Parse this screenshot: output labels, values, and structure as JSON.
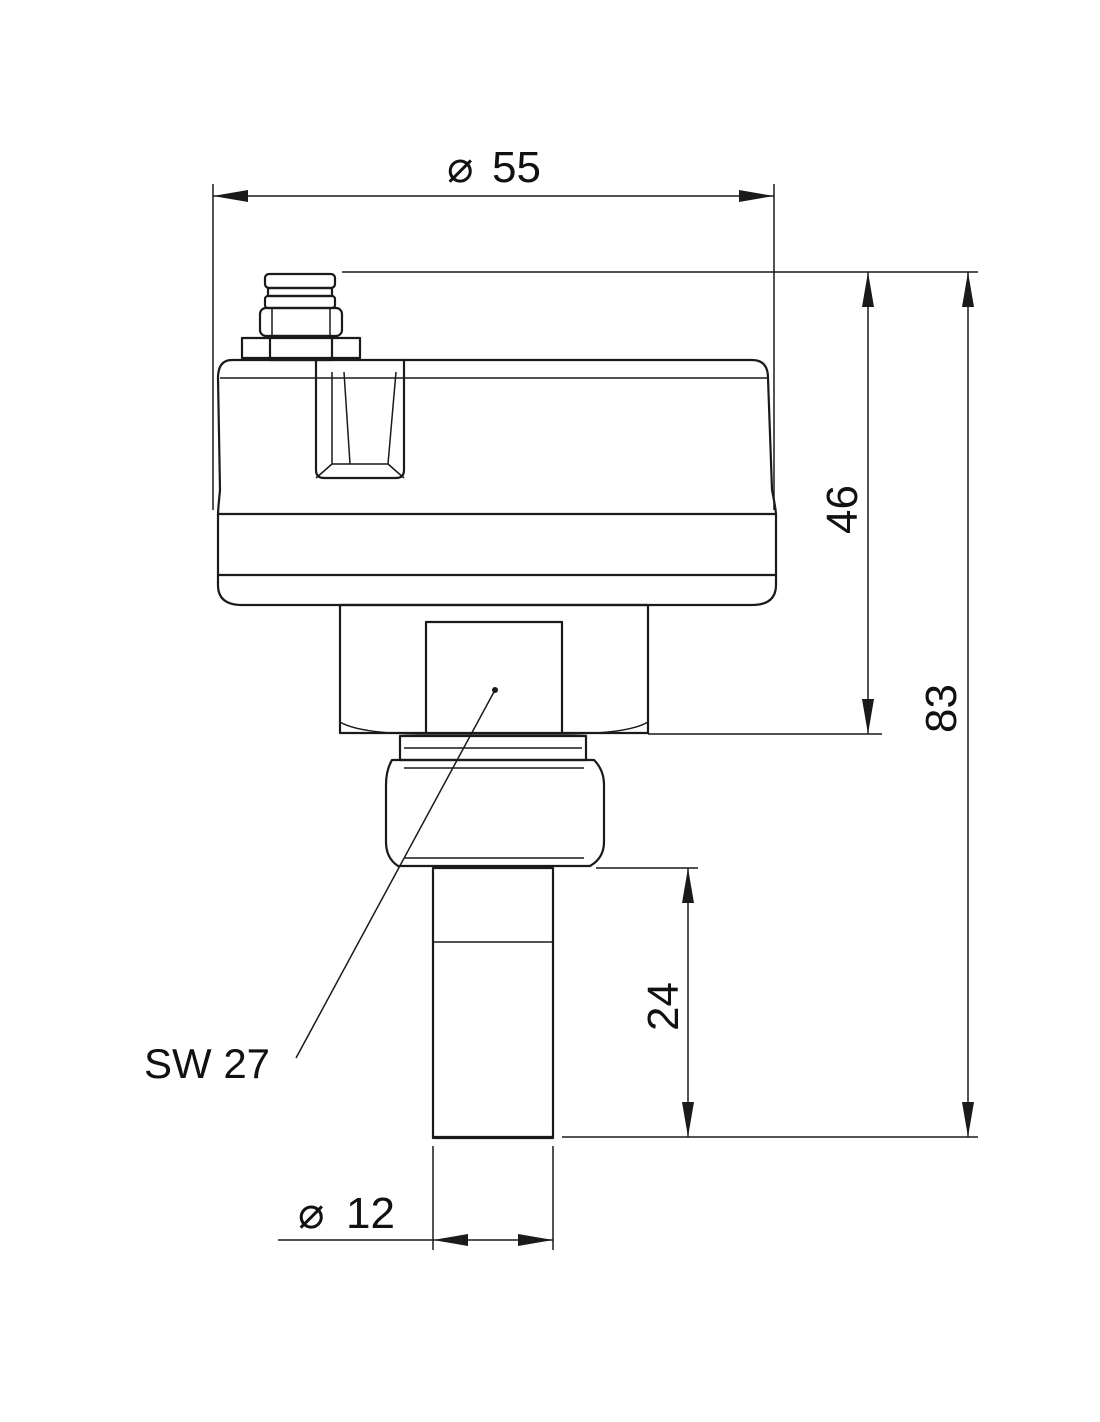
{
  "dimensions": {
    "outer_diameter": "55",
    "probe_diameter": "12",
    "housing_height": "46",
    "overall_height": "83",
    "probe_length": "24"
  },
  "labels": {
    "wrench_size": "SW 27"
  },
  "symbols": {
    "diameter": "⌀"
  },
  "colors": {
    "line": "#1a1a1a",
    "background": "#ffffff"
  }
}
